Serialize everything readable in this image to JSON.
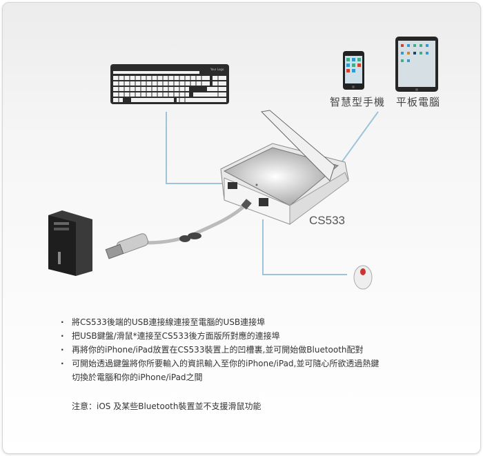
{
  "labels": {
    "smartphone": "智慧型手機",
    "tablet": "平板電腦",
    "model": "CS533",
    "keyboard_logo": "Your Logo"
  },
  "steps": [
    "將CS533後端的USB連接線連接至電腦的USB連接埠",
    "把USB鍵盤/滑鼠*連接至CS533後方面版所對應的連接埠",
    "再將你的iPhone/iPad放置在CS533裝置上的凹槽裏,並可開始做Bluetooth配對",
    "可開始透過鍵盤將你所要輸入的資訊輸入至你的iPhone/iPad,並可隨心所欲透過熱鍵",
    "切換於電腦和你的iPhone/iPad之間"
  ],
  "note": "注意：iOS 及某些Bluetooth裝置並不支援滑鼠功能",
  "colors": {
    "connector_line": "#9cc3d8",
    "text": "#333333"
  }
}
